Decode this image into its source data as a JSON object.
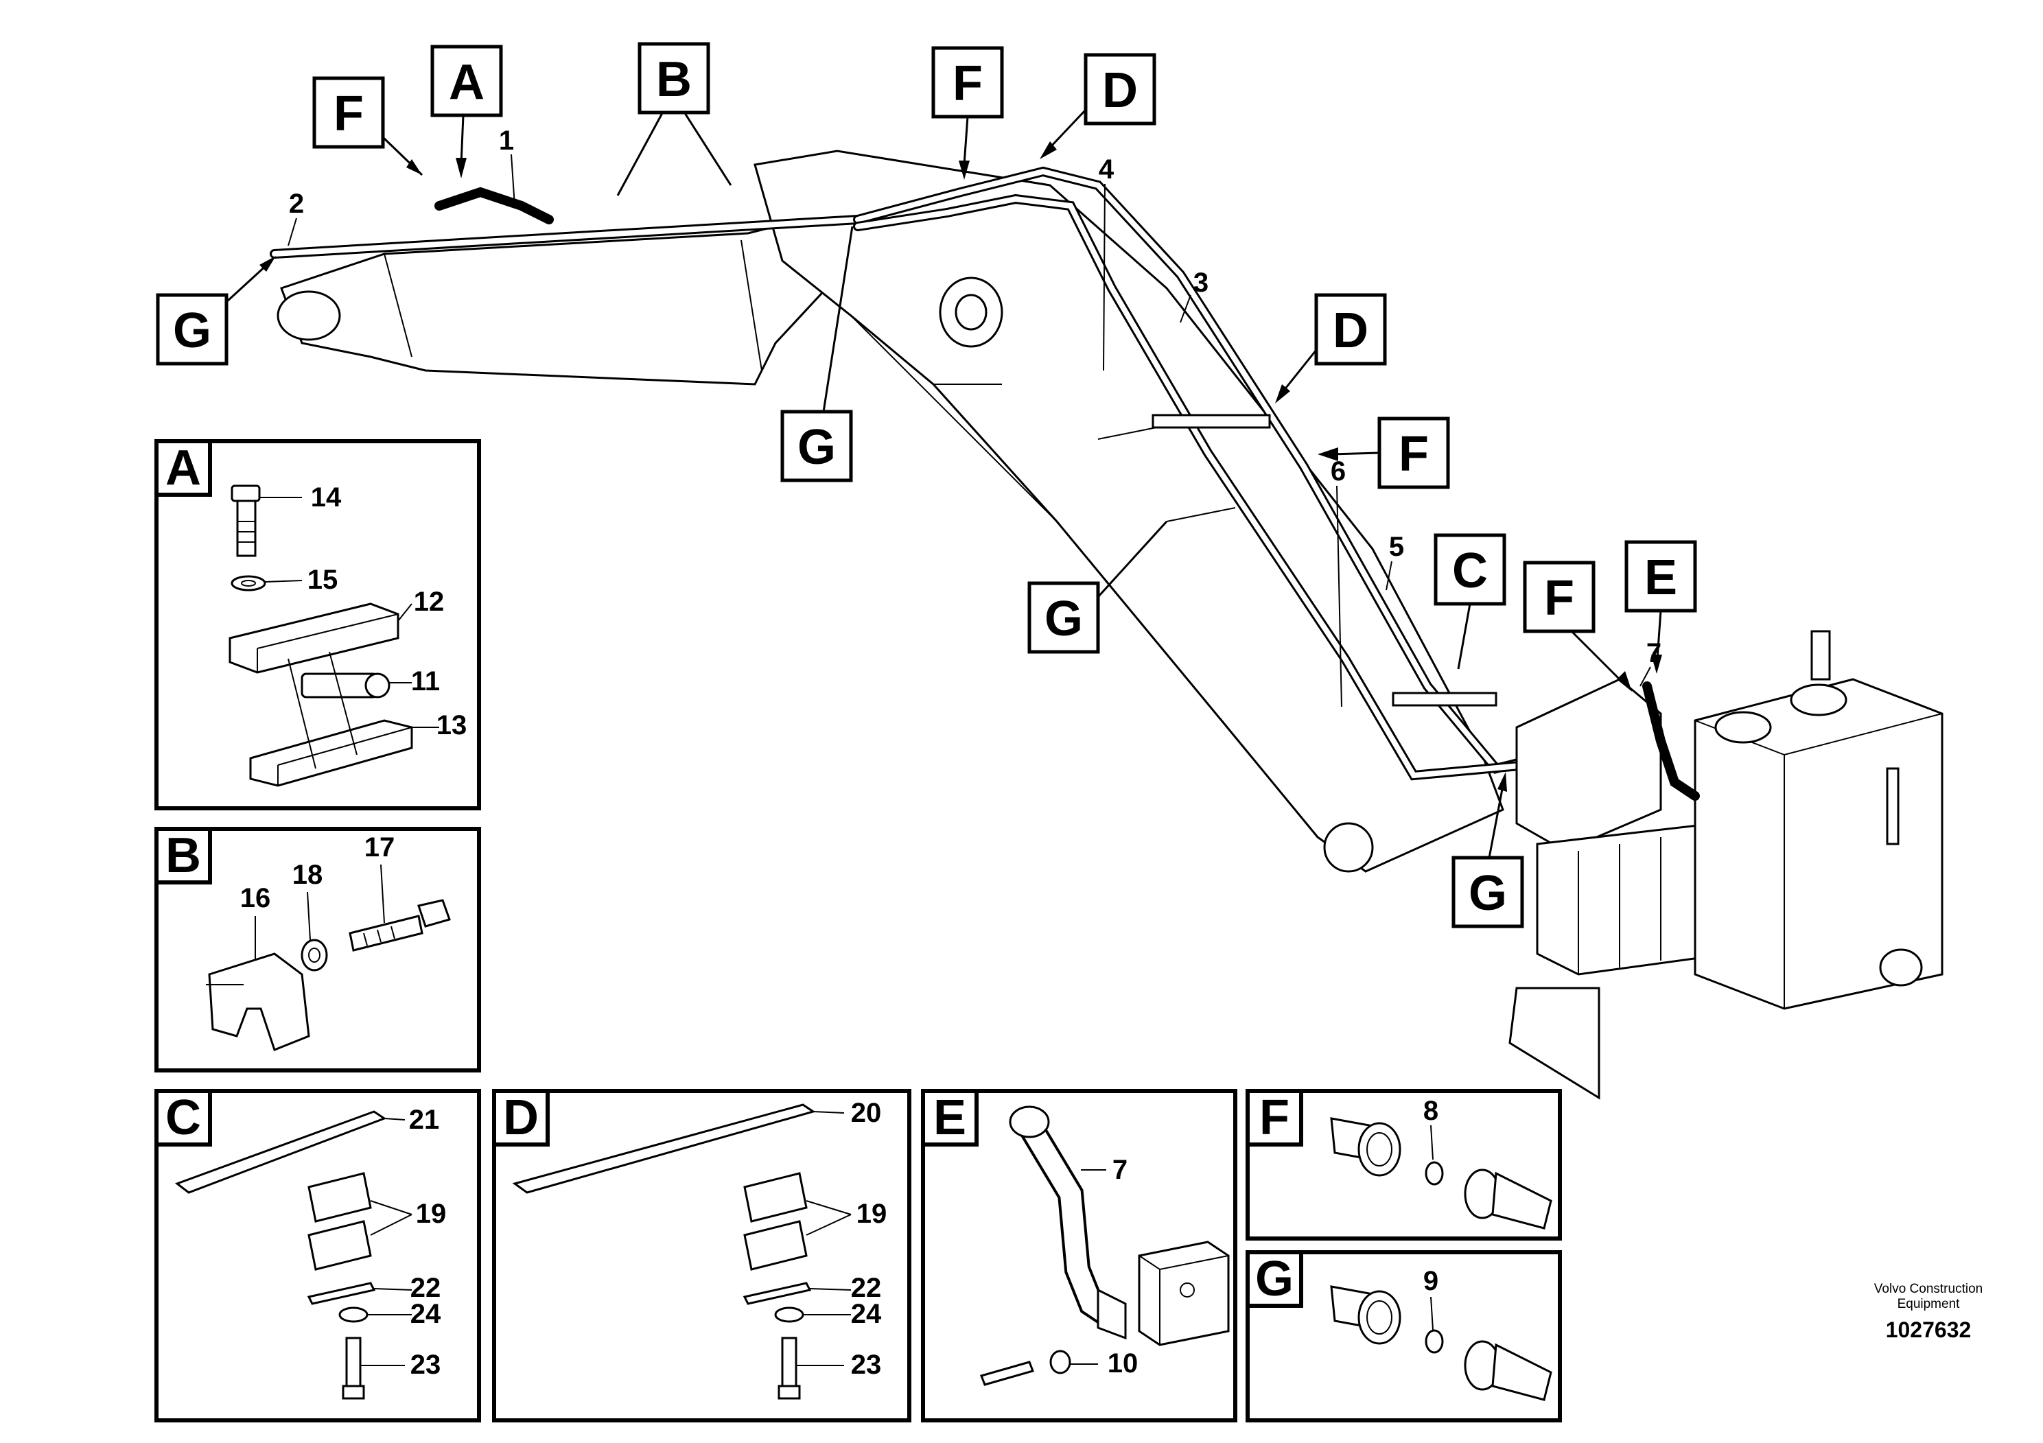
{
  "callouts": {
    "top_F_left": "F",
    "top_A": "A",
    "top_B": "B",
    "top_F_right": "F",
    "top_D": "D",
    "G_left": "G",
    "G_mid": "G",
    "D_right": "D",
    "F_right": "F",
    "G_boom": "G",
    "C_right": "C",
    "F_valve": "F",
    "E_right": "E",
    "G_bottom": "G"
  },
  "main_parts": {
    "p1": "1",
    "p2": "2",
    "p3": "3",
    "p4": "4",
    "p5": "5",
    "p6": "6",
    "p7": "7"
  },
  "panels": {
    "A": {
      "letter": "A",
      "parts": [
        "14",
        "15",
        "12",
        "11",
        "13"
      ]
    },
    "B": {
      "letter": "B",
      "parts": [
        "16",
        "18",
        "17"
      ]
    },
    "C": {
      "letter": "C",
      "parts": [
        "21",
        "19",
        "22",
        "24",
        "23"
      ]
    },
    "D": {
      "letter": "D",
      "parts": [
        "20",
        "19",
        "22",
        "24",
        "23"
      ]
    },
    "E": {
      "letter": "E",
      "parts": [
        "7",
        "10"
      ]
    },
    "F": {
      "letter": "F",
      "parts": [
        "8"
      ]
    },
    "G": {
      "letter": "G",
      "parts": [
        "9"
      ]
    }
  },
  "footer": {
    "brand": "Volvo Construction\nEquipment",
    "drawing_number": "1027632"
  }
}
